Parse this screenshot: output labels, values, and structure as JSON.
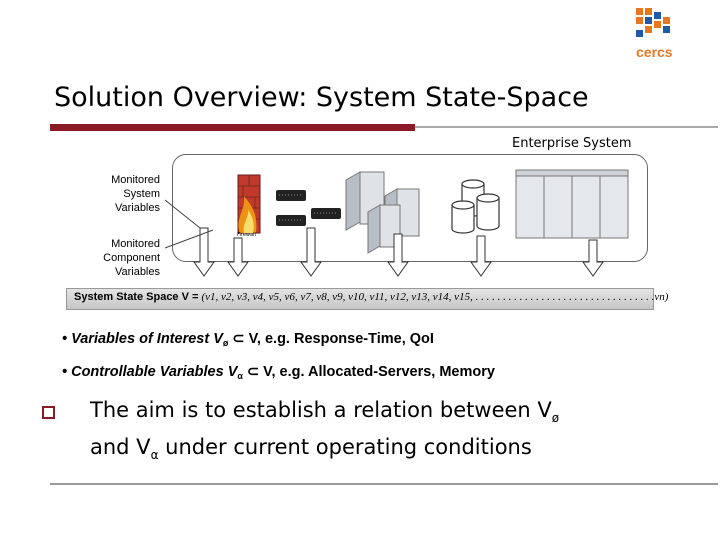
{
  "logo": {
    "text": "cercs"
  },
  "title": "Solution Overview: System State-Space",
  "diagram": {
    "enterprise_label": "Enterprise System",
    "monitored_system_label": "Monitored\nSystem\nVariables",
    "monitored_component_label": "Monitored\nComponent\nVariables",
    "firewall_label": "Firewall",
    "state_space_prefix": "System State Space V = ",
    "state_space_vector": "(v1, v2, v3, v4, v5, v6, v7, v8, v9, v10, v11, v12, v13, v14, v15, . . . . . . . . . . . . . . . . . . . . . . . . . . . . . . . . .vn)"
  },
  "bullets": {
    "interest_label": "• Variables of Interest  V",
    "interest_sub": "ø",
    "interest_rest": " ⊂ V, e.g. Response-Time, QoI",
    "control_label": "• Controllable Variables V",
    "control_sub": "α",
    "control_rest": " ⊂ V, e.g. Allocated-Servers, Memory"
  },
  "aim": {
    "line1": "The aim is to establish a relation between V",
    "line1_sub": "ø",
    "line2_start": "and V",
    "line2_sub": "α",
    "line2_end": " under current operating conditions"
  },
  "colors": {
    "accent": "#8b1a24",
    "logo": "#e87722",
    "logo_blue": "#1f5aa6"
  }
}
